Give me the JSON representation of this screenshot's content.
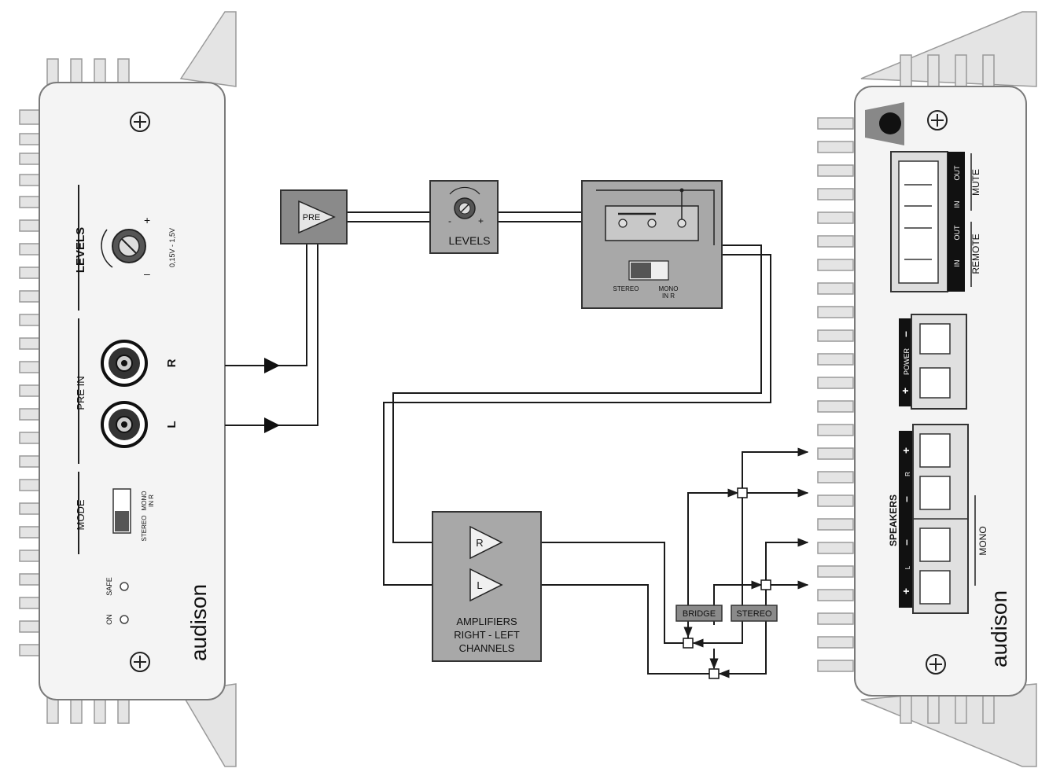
{
  "left_panel": {
    "levels_label": "LEVELS",
    "level_plus": "+",
    "level_minus": "–",
    "level_range": "0,15V - 1,5V",
    "pre_in_label": "PRE IN",
    "r_label": "R",
    "l_label": "L",
    "mode_label": "MODE",
    "mode_stereo": "STEREO",
    "mode_mono": "MONO",
    "mode_mono_sub": "IN R",
    "safe_label": "SAFE",
    "on_label": "ON",
    "brand": "audison"
  },
  "diagram": {
    "pre_label": "PRE",
    "levels_label": "LEVELS",
    "levels_minus": "-",
    "levels_plus": "+",
    "switch_stereo": "STEREO",
    "switch_mono": "MONO",
    "switch_mono_sub": "IN R",
    "amp_r": "R",
    "amp_l": "L",
    "amp_line1": "AMPLIFIERS",
    "amp_line2": "RIGHT - LEFT",
    "amp_line3": "CHANNELS",
    "bridge_label": "BRIDGE",
    "stereo_label": "STEREO"
  },
  "right_panel": {
    "mute_label": "MUTE",
    "remote_label": "REMOTE",
    "in_label": "IN",
    "out_label": "OUT",
    "power_label": "POWER",
    "power_plus": "+",
    "power_minus": "–",
    "speakers_label": "SPEAKERS",
    "spk_r": "R",
    "spk_l": "L",
    "spk_plus": "+",
    "spk_minus": "–",
    "mono_label": "MONO",
    "brand": "audison"
  },
  "colors": {
    "panel_fill": "#efefef",
    "block_fill": "#a8a8a8",
    "block_dark": "#6e6e6e",
    "line": "#1a1a1a"
  }
}
